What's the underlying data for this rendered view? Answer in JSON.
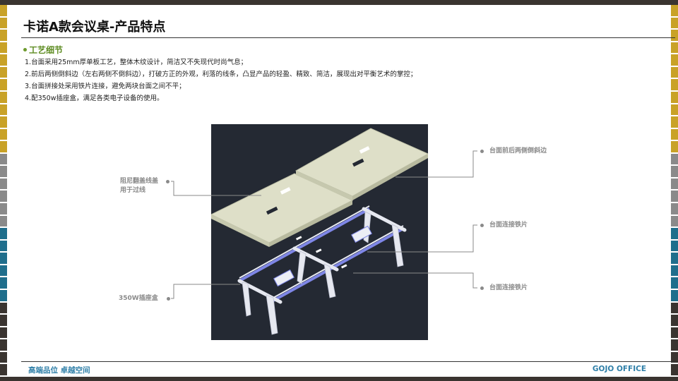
{
  "slide": {
    "title": "卡诺A款会议桌-产品特点",
    "section_label": "工艺细节",
    "points": [
      "1.台面采用25mm厚单板工艺，整体木纹设计，简洁又不失现代时尚气息；",
      "2.前后两侧倒斜边（左右两侧不倒斜边），打破方正的外观，利落的线条，凸显产品的轻盈、精致、简洁，展现出对平衡艺术的掌控；",
      "3.台面拼接处采用铁片连接，避免两块台面之间不平；",
      "4.配350w插座盒，满足各类电子设备的使用。"
    ]
  },
  "callouts": {
    "left_top_line1": "阻尼翻盖线盖",
    "left_top_line2": "用于过线",
    "left_bottom": "350W插座盒",
    "right_top": "台面前后两侧倒斜边",
    "right_mid": "台面连接铁片",
    "right_bottom": "台面连接铁片"
  },
  "footer": {
    "left": "高端品位  卓越空间",
    "right": "GOJO OFFICE"
  },
  "colors": {
    "accent_green": "#5f8d23",
    "footer_blue": "#2f7fa8",
    "drawing_bg": "#242933",
    "strip": [
      "#c9a227",
      "#8a8a8a",
      "#1f6e8c",
      "#3a3430"
    ]
  }
}
